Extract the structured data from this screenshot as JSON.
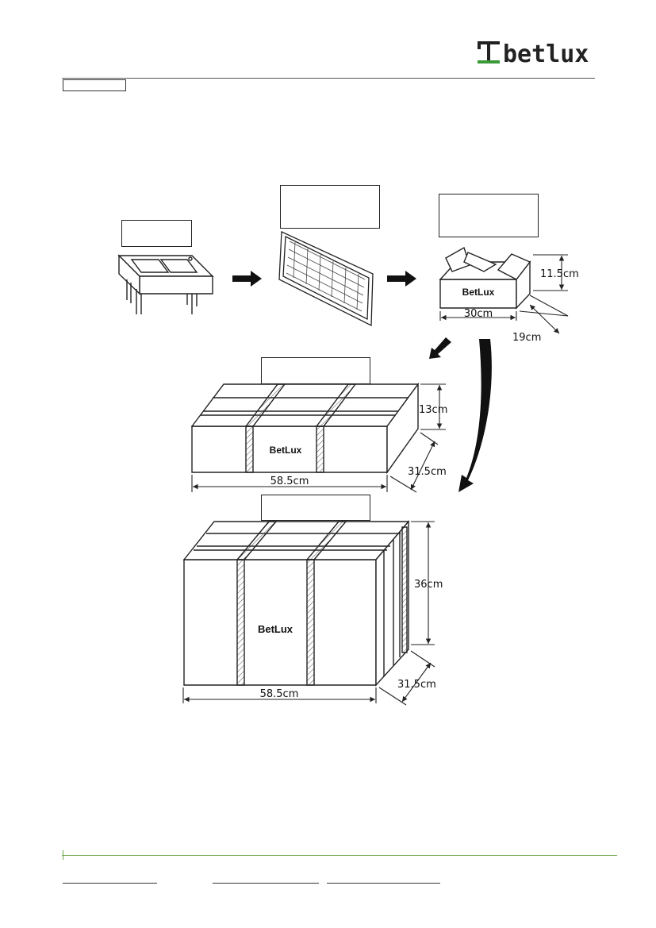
{
  "header": {
    "logo_text": "betlux"
  },
  "diagram": {
    "brand_label": "BetLux",
    "dimensions": {
      "small_box_height": "11.5cm",
      "small_box_width": "30cm",
      "small_box_depth": "19cm",
      "medium_box_height": "13cm",
      "medium_box_depth": "31.5cm",
      "medium_box_width": "58.5cm",
      "large_box_height": "36cm",
      "large_box_depth": "31.5cm",
      "large_box_width": "58.5cm"
    }
  },
  "colors": {
    "footer_accent": "#6aa84f",
    "logo_green": "#3a9a3a",
    "ink": "#222222"
  }
}
